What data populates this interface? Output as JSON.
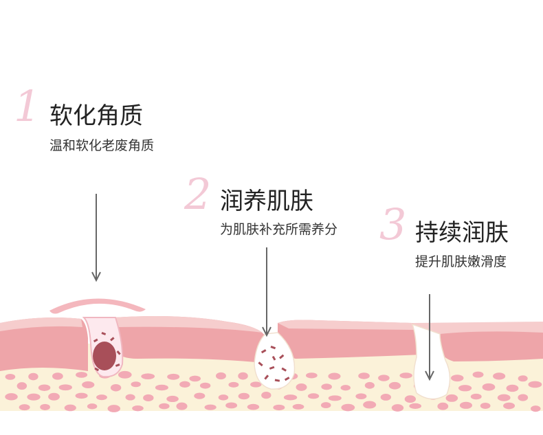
{
  "steps": [
    {
      "number": "1",
      "title": "软化角质",
      "subtitle": "温和软化老废角质"
    },
    {
      "number": "2",
      "title": "润养肌肤",
      "subtitle": "为肌肤补充所需养分"
    },
    {
      "number": "3",
      "title": "持续润肤",
      "subtitle": "提升肌肤嫩滑度"
    }
  ],
  "colors": {
    "number": "#f3c9d6",
    "skin_top": "#f4c3c3",
    "skin_body": "#eea5a9",
    "dermis": "#fbf2d9",
    "cells": "#f2aab5",
    "dark_cell": "#a84f59",
    "arrow": "#666666"
  },
  "icons": [
    "arrow-down-icon"
  ]
}
